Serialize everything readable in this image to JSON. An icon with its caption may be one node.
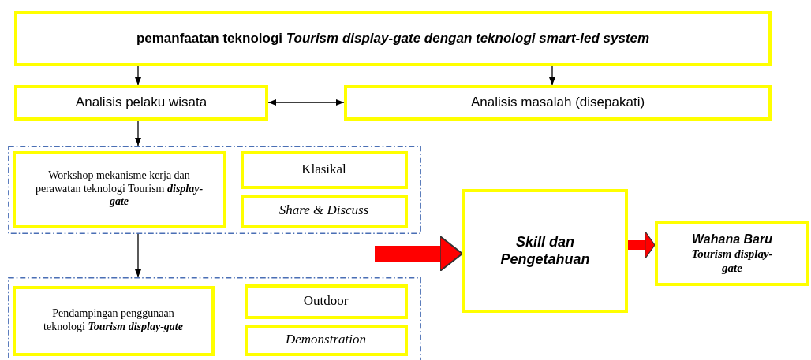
{
  "diagram": {
    "nodes": [
      {
        "text": [
          "pemanfaatan teknologi *Tourism display-gate dengan teknologi smart-led system*"
        ]
      },
      {
        "text": [
          "Analisis pelaku wisata"
        ]
      },
      {
        "text": [
          "Analisis masalah (disepakati)"
        ]
      },
      {
        "text": [],
        "shape": "box"
      },
      {
        "text": [
          "Workshop mekanisme kerja dan perawatan teknologi Tourism **display-gate**"
        ],
        "in": 3
      },
      {
        "text": [
          "Klasikal"
        ],
        "in": 3
      },
      {
        "text": [
          "Share & Discuss"
        ],
        "in": 3
      },
      {
        "text": [],
        "shape": "box"
      },
      {
        "text": [
          "Pendampingan penggunaan teknologi **Tourism display-gate**"
        ],
        "in": 7
      },
      {
        "text": [
          "Outdoor"
        ],
        "in": 7
      },
      {
        "text": [
          "Demonstration"
        ],
        "in": 7
      },
      {
        "text": [
          "Skill dan Pengetahuan"
        ]
      },
      {
        "text": [
          "Wahana Baru",
          "Tourism display-gate"
        ]
      }
    ],
    "edges": [
      {
        "from": 0,
        "to": 1,
        "arrow": "to"
      },
      {
        "from": 0,
        "to": 2,
        "arrow": "to"
      },
      {
        "from": 1,
        "to": 2,
        "arrow": "both"
      },
      {
        "from": 1,
        "to": 3,
        "arrow": "to"
      },
      {
        "from": 3,
        "to": 7,
        "arrow": "to"
      },
      {
        "from": null,
        "to": 11,
        "arrow": "to",
        "style": "thick",
        "color": "#ff0000"
      },
      {
        "from": 11,
        "to": 12,
        "arrow": "to",
        "style": "thick",
        "color": "#ff0000"
      }
    ]
  }
}
